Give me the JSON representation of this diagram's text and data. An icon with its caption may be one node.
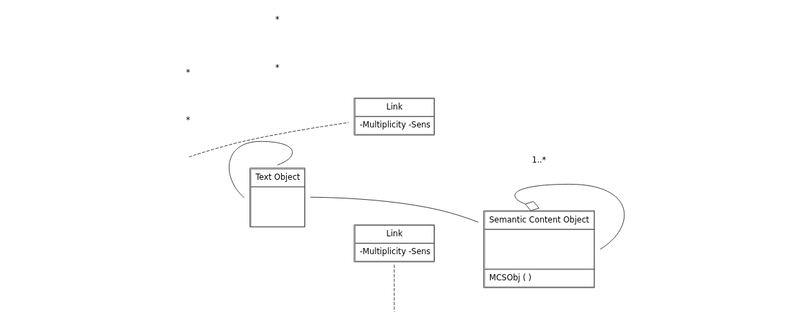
{
  "diagram": {
    "nodes": [
      {
        "text": [
          "Link",
          "-Multiplicity -Sens"
        ]
      },
      {
        "text": [
          "Text Object"
        ]
      },
      {
        "text": [
          "Semantic Content Object",
          "MCSObj ( )"
        ]
      },
      {
        "text": [
          "Link",
          "-Multiplicity -Sens"
        ]
      }
    ],
    "edges": [
      {
        "from": 1,
        "to": 1,
        "arrow": "none"
      },
      {
        "from": null,
        "to": 0,
        "arrow": "none",
        "style": "dashed"
      },
      {
        "from": 1,
        "to": 2,
        "arrow": "none"
      },
      {
        "from": 3,
        "to": null,
        "arrow": "none",
        "style": "dashed"
      },
      {
        "from": 2,
        "to": 2,
        "arrow": "other"
      }
    ],
    "labels": [
      "*",
      "*",
      "*",
      "*",
      "1..*"
    ]
  }
}
